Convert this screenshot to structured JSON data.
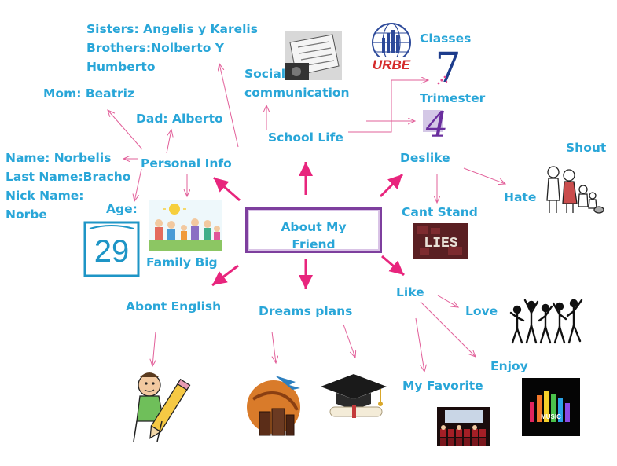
{
  "center": {
    "line1": "About My",
    "line2": "Friend"
  },
  "labels": {
    "sisters": "Sisters: Angelis y Karelis",
    "brothers": "Brothers:Nolberto Y",
    "brothers2": "Humberto",
    "mom": "Mom: Beatriz",
    "dad": "Dad: Alberto",
    "name": "Name: Norbelis",
    "last_name": "Last Name:Bracho",
    "nick_name": "Nick Name:",
    "nick_value": "Norbe",
    "personal_info": "Personal Info",
    "age": "Age:",
    "age_value": "29",
    "family_big": "Family Big",
    "social1": "Social",
    "social2": "communication",
    "school_life": "School Life",
    "classes": "Classes",
    "classes_value": "7",
    "trimester": "Trimester",
    "trimester_value": "4",
    "school_logo": "URBE",
    "deslike": "Deslike",
    "shout": "Shout",
    "hate": "Hate",
    "cant_stand": "Cant Stand",
    "lies": "LIES",
    "about_english": "Abont English",
    "dreams_plans": "Dreams plans",
    "like": "Like",
    "love": "Love",
    "enjoy": "Enjoy",
    "my_favorite": "My Favorite",
    "music": "MUSIC"
  },
  "colors": {
    "text": "#29a6d8",
    "arrow": "#e8257d",
    "thin_arrow": "#e2609a",
    "center_border": "#7e3f9e"
  }
}
